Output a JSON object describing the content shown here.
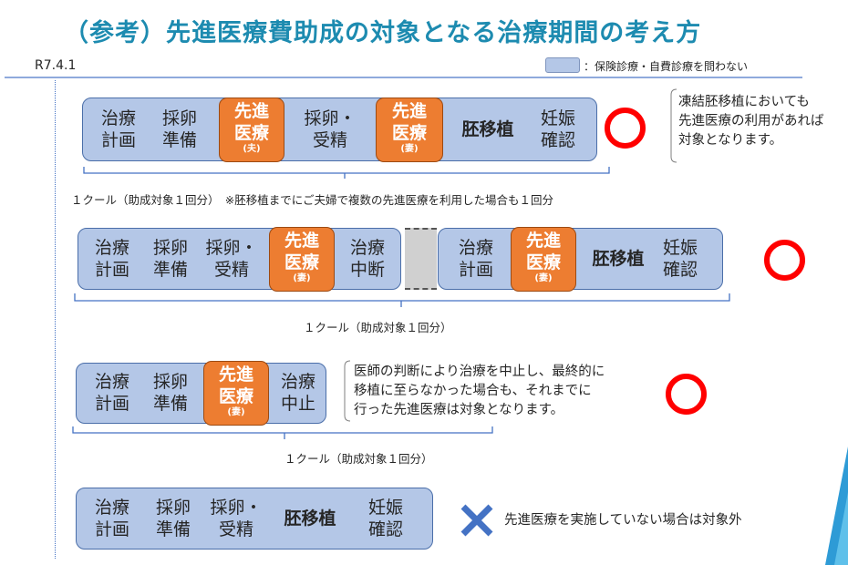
{
  "title": "（参考）先進医療費助成の対象となる治療期間の考え方",
  "date": "R7.4.1",
  "legend": {
    "text": "：保険診療・自費診療を問わない",
    "color": "#b4c7e7"
  },
  "labels": {
    "plan": [
      "治療",
      "計画"
    ],
    "prep": [
      "採卵",
      "準備"
    ],
    "fert": [
      "採卵・",
      "受精"
    ],
    "adv": [
      "先進",
      "医療"
    ],
    "husband": "(夫)",
    "wife": "(妻)",
    "transfer": "胚移植",
    "preg": [
      "妊娠",
      "確認"
    ],
    "pause": [
      "治療",
      "中断"
    ],
    "stop": [
      "治療",
      "中止"
    ]
  },
  "row1": {
    "note": [
      "凍結胚移植においても",
      "先進医療の利用があれば",
      "対象となります。"
    ],
    "caption": "１クール（助成対象１回分）　※胚移植までにご夫婦で複数の先進医療を利用した場合も１回分",
    "mark": "circle-ok"
  },
  "row2": {
    "caption": "１クール（助成対象１回分）",
    "mark": "circle-ok"
  },
  "row3": {
    "note": [
      "医師の判断により治療を中止し、最終的に",
      "移植に至らなかった場合も、それまでに",
      "行った先進医療は対象となります。"
    ],
    "caption": "１クール（助成対象１回分）",
    "mark": "circle-ok"
  },
  "row4": {
    "note": "先進医療を実施していない場合は対象外",
    "mark": "cross-ng"
  },
  "colors": {
    "title": "#1d8bb0",
    "orange": "#ed7d31",
    "ok": "#ff0000",
    "ng": "#4472c4"
  }
}
